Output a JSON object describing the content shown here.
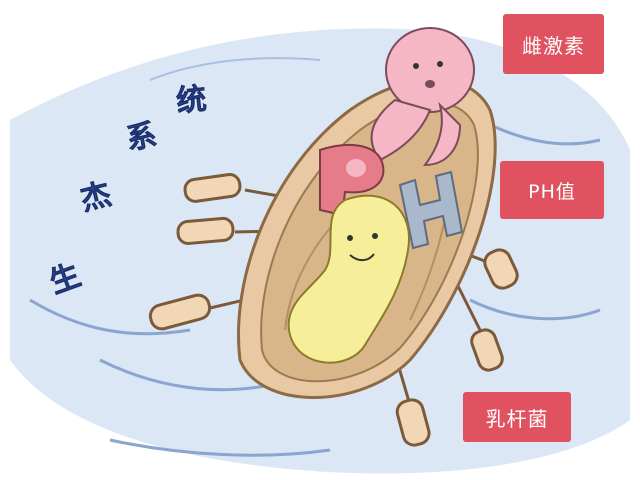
{
  "labels": {
    "estrogen": "雌激素",
    "ph": "PH值",
    "lactobacillus": "乳杆菌"
  },
  "ecosystem_text": [
    "生",
    "杰",
    "系",
    "统"
  ],
  "colors": {
    "tag": "#e0525f",
    "water": "#c8d8ee",
    "boat": "#e9c9a3",
    "estrogen_figure": "#f5b7c6",
    "ph_letter_p": "#e67c8a",
    "lactobacillus_figure": "#f7ee9a",
    "ecosystem_text": "#2c4a9e"
  },
  "icons": [
    "rowing-boat",
    "estrogen-character",
    "letter-p",
    "letter-h",
    "lactobacillus-character",
    "oar"
  ]
}
